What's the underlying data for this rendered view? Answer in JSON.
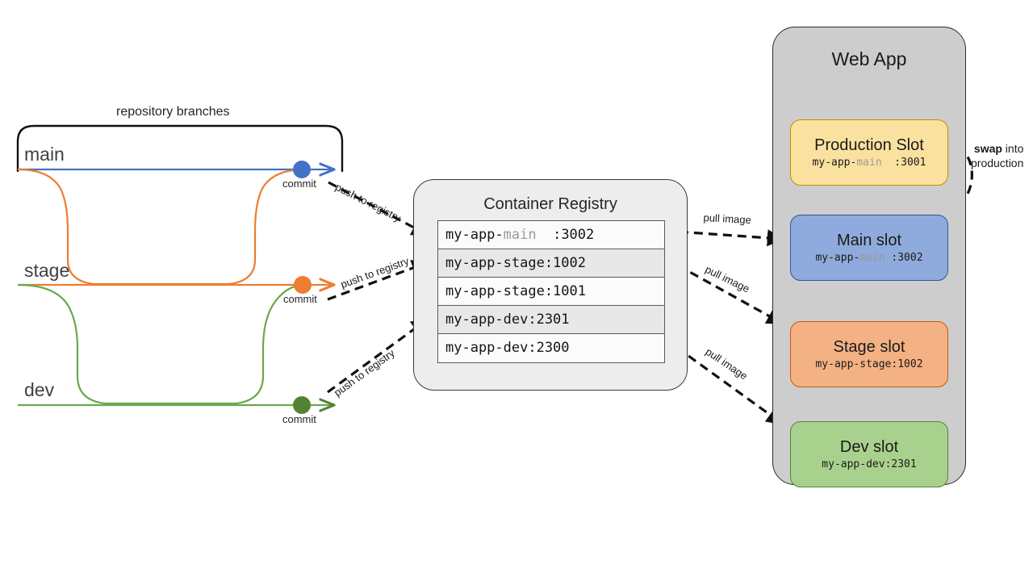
{
  "repository": {
    "bracket_label": "repository branches",
    "branches": [
      {
        "name": "main",
        "color": "#4472C4",
        "commit_label": "commit"
      },
      {
        "name": "stage",
        "color": "#ED7D31",
        "commit_label": "commit"
      },
      {
        "name": "dev",
        "color": "#548235",
        "commit_label": "commit"
      }
    ]
  },
  "arrows": {
    "push_main": "push to registry",
    "push_stage": "push to registry",
    "push_dev": "push to registry",
    "pull_main": "pull image",
    "pull_stage": "pull image",
    "pull_dev": "pull image",
    "swap_bold": "swap",
    "swap_rest": " into",
    "swap_line2": "production"
  },
  "registry": {
    "title": "Container Registry",
    "rows": [
      {
        "prefix": "my-app-",
        "dim": "main",
        "suffix": "  :3002"
      },
      {
        "prefix": "my-app-stage:1002",
        "dim": "",
        "suffix": ""
      },
      {
        "prefix": "my-app-stage:1001",
        "dim": "",
        "suffix": ""
      },
      {
        "prefix": "my-app-dev:2301",
        "dim": "",
        "suffix": ""
      },
      {
        "prefix": "my-app-dev:2300",
        "dim": "",
        "suffix": ""
      }
    ]
  },
  "webapp": {
    "title": "Web App",
    "slots": [
      {
        "title": "Production Slot",
        "tag_prefix": "my-app-",
        "tag_dim": "main",
        "tag_suffix": "  :3001",
        "fill": "#FBE1A0",
        "border": "#BF9000"
      },
      {
        "title": "Main slot",
        "tag_prefix": "my-app-",
        "tag_dim": "main",
        "tag_suffix": " :3002",
        "fill": "#8FAADC",
        "border": "#2F5597"
      },
      {
        "title": "Stage slot",
        "tag_prefix": "my-app-stage:1002",
        "tag_dim": "",
        "tag_suffix": "",
        "fill": "#F4B183",
        "border": "#C55A11"
      },
      {
        "title": "Dev slot",
        "tag_prefix": "my-app-dev:2301",
        "tag_dim": "",
        "tag_suffix": "",
        "fill": "#A9D18E",
        "border": "#548235"
      }
    ]
  }
}
